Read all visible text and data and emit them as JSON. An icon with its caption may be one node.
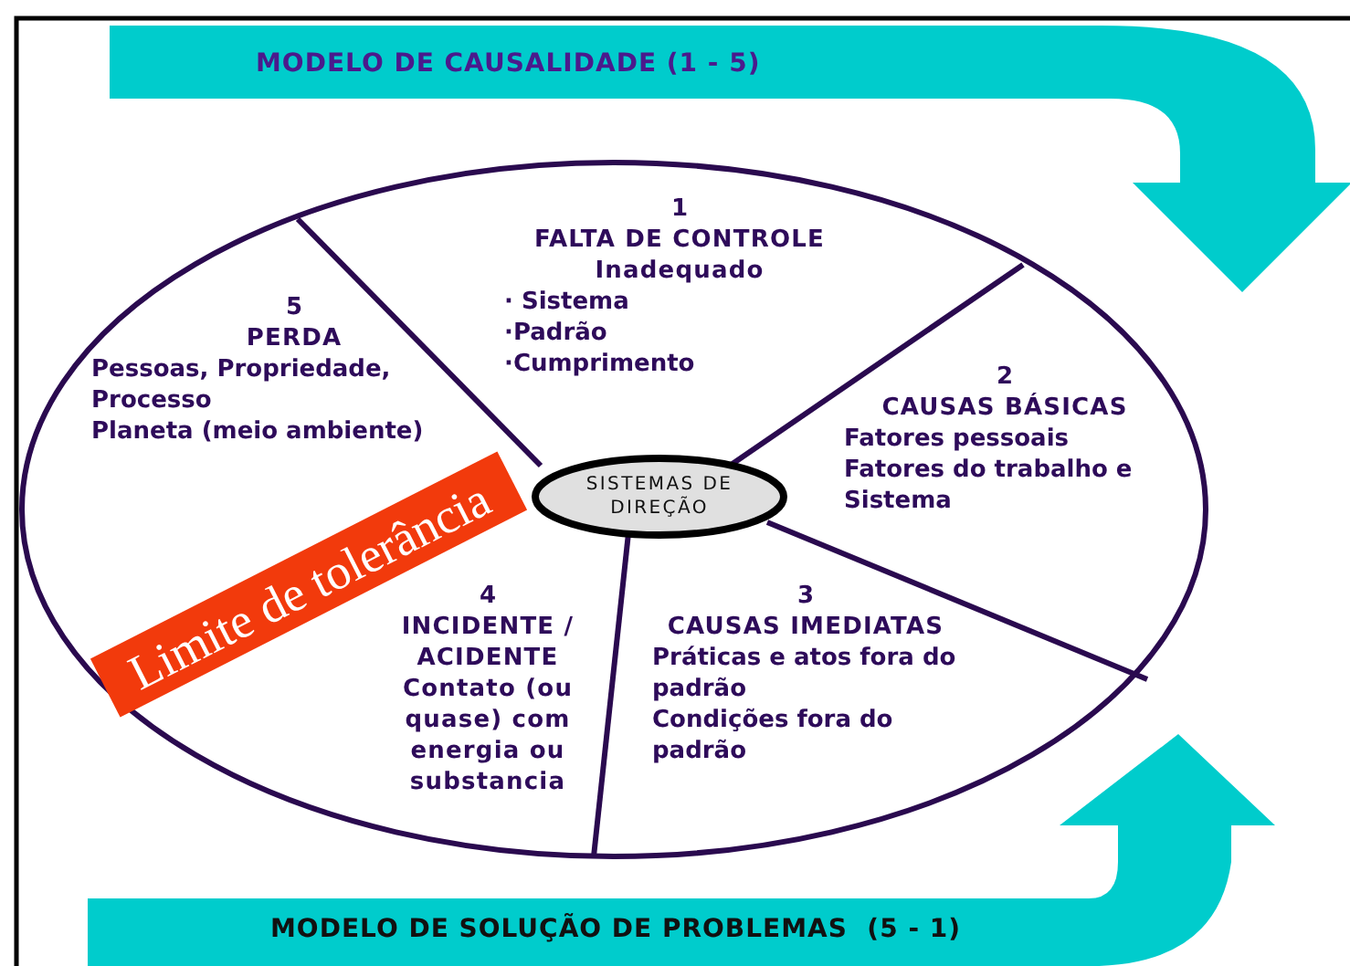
{
  "diagram": {
    "nodes": [
      {
        "text": [
          "MODELO DE CAUSALIDADE (1 - 5)"
        ]
      },
      {
        "text": [
          "1",
          "FALTA DE CONTROLE",
          "Inadequado",
          "· Sistema",
          "·Padrão",
          "·Cumprimento"
        ]
      },
      {
        "text": [
          "5",
          "PERDA",
          "Pessoas, Propriedade, Processo",
          "Planeta (meio ambiente)"
        ]
      },
      {
        "text": [
          "2",
          "CAUSAS BÁSICAS",
          "Fatores pessoais",
          "Fatores do trabalho e Sistema"
        ]
      },
      {
        "text": [
          "SISTEMAS DE DIREÇÃO"
        ]
      },
      {
        "text": [
          "Limite de tolerância"
        ]
      },
      {
        "text": [
          "4",
          "INCIDENTE / ACIDENTE",
          "Contato (ou quase) com energia ou substancia"
        ]
      },
      {
        "text": [
          "3",
          "CAUSAS IMEDIATAS",
          "Práticas e atos fora do padrão",
          "Condições fora do padrão"
        ]
      },
      {
        "text": [
          "MODELO DE SOLUÇÃO DE PROBLEMAS  (5 - 1)"
        ]
      }
    ]
  }
}
